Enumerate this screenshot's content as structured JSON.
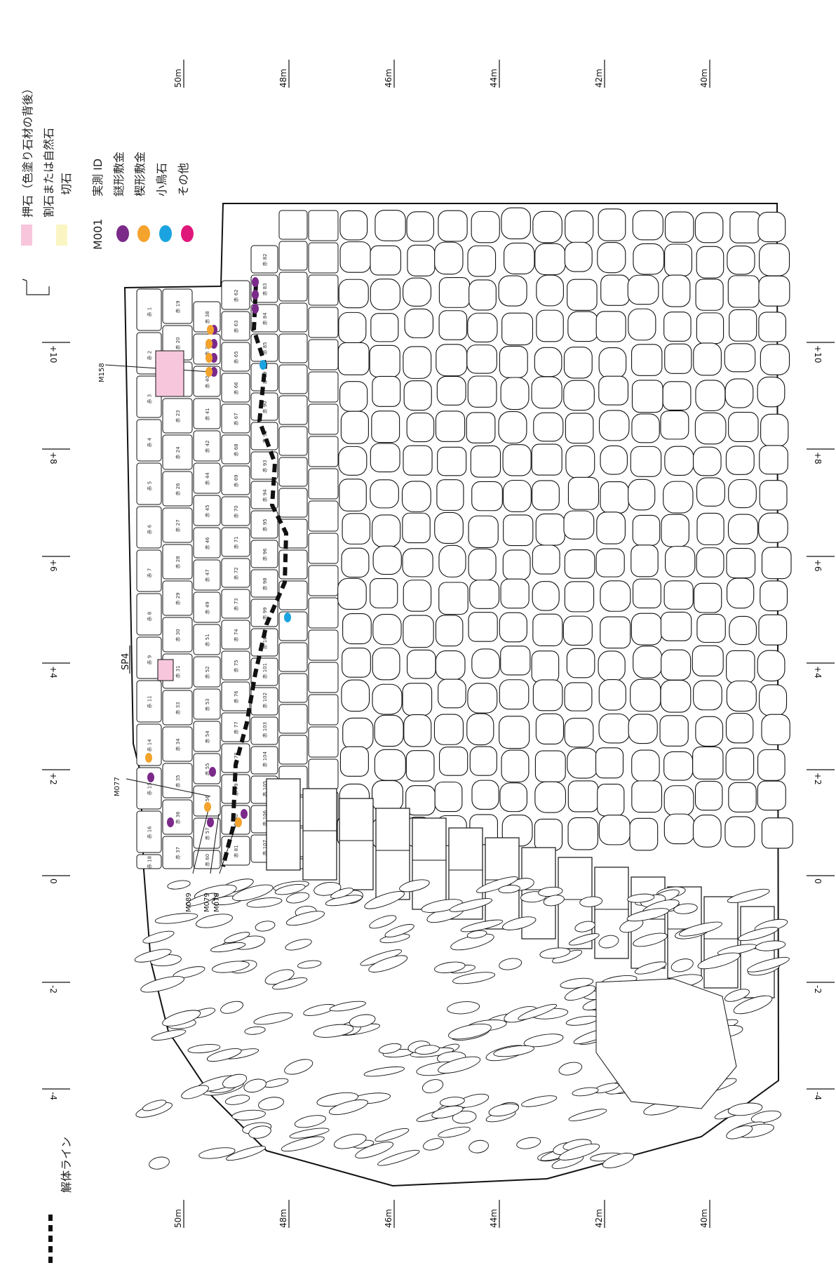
{
  "drawing": {
    "top_meters": [
      "50m",
      "48m",
      "46m",
      "44m",
      "42m",
      "40m"
    ],
    "bottom_meters": [
      "50m",
      "48m",
      "46m",
      "44m",
      "42m",
      "40m"
    ],
    "left_offsets": [
      "+10",
      "+8",
      "+6",
      "+4",
      "+2",
      "0",
      "-2",
      "-4"
    ],
    "right_offsets": [
      "+10",
      "+8",
      "+6",
      "+4",
      "+2",
      "0",
      "-2",
      "-4"
    ],
    "section_label": "SP4"
  },
  "legend": {
    "fill_items": [
      {
        "text": "押石（色塗り石材の背後）",
        "color": ""
      },
      {
        "text": "割石または自然石",
        "color": "#f7c6dc"
      },
      {
        "text": "切石",
        "color": "#fbf5c4"
      }
    ],
    "dot_items": [
      {
        "text": "実測 ID",
        "key": "M001",
        "color": ""
      },
      {
        "text": "鎹形敷金",
        "color": "#7b2a8a"
      },
      {
        "text": "楔形敷金",
        "color": "#f4a32d"
      },
      {
        "text": "小鳥石",
        "color": "#1aa3e0"
      },
      {
        "text": "その他",
        "color": "#e0177a"
      }
    ],
    "line_item": {
      "text": "解体ライン"
    }
  },
  "measured_ids": [
    "M158",
    "M077",
    "M089",
    "M079",
    "M078"
  ],
  "stone_labels": [
    "赤 1",
    "赤 2",
    "赤 3",
    "赤 4",
    "赤 5",
    "赤 6",
    "赤 7",
    "赤 8",
    "赤 9",
    "赤 11",
    "赤 14",
    "赤 15",
    "赤 16",
    "赤 18",
    "赤 19",
    "赤 20",
    "赤 22",
    "赤 23",
    "赤 24",
    "赤 26",
    "赤 27",
    "赤 28",
    "赤 29",
    "赤 30",
    "赤 31",
    "赤 33",
    "赤 34",
    "赤 35",
    "赤 36",
    "赤 37",
    "赤 38",
    "赤 39",
    "赤 40",
    "赤 41",
    "赤 42",
    "赤 44",
    "赤 45",
    "赤 46",
    "赤 47",
    "赤 49",
    "赤 51",
    "赤 52",
    "赤 53",
    "赤 54",
    "赤 55",
    "赤 56",
    "赤 57",
    "赤 60",
    "赤 62",
    "赤 63",
    "赤 65",
    "赤 66",
    "赤 67",
    "赤 68",
    "赤 69",
    "赤 70",
    "赤 71",
    "赤 72",
    "赤 73",
    "赤 74",
    "赤 75",
    "赤 76",
    "赤 77",
    "赤 78",
    "赤 79",
    "赤 80",
    "赤 81",
    "赤 82",
    "赤 83",
    "赤 84",
    "赤 85",
    "赤 89",
    "赤 90",
    "赤 91",
    "赤 93",
    "赤 94",
    "赤 95",
    "赤 96",
    "赤 98",
    "赤 99",
    "赤 100",
    "赤 101",
    "赤 102",
    "赤 103",
    "赤 104",
    "赤 105",
    "赤 106",
    "赤 107"
  ]
}
